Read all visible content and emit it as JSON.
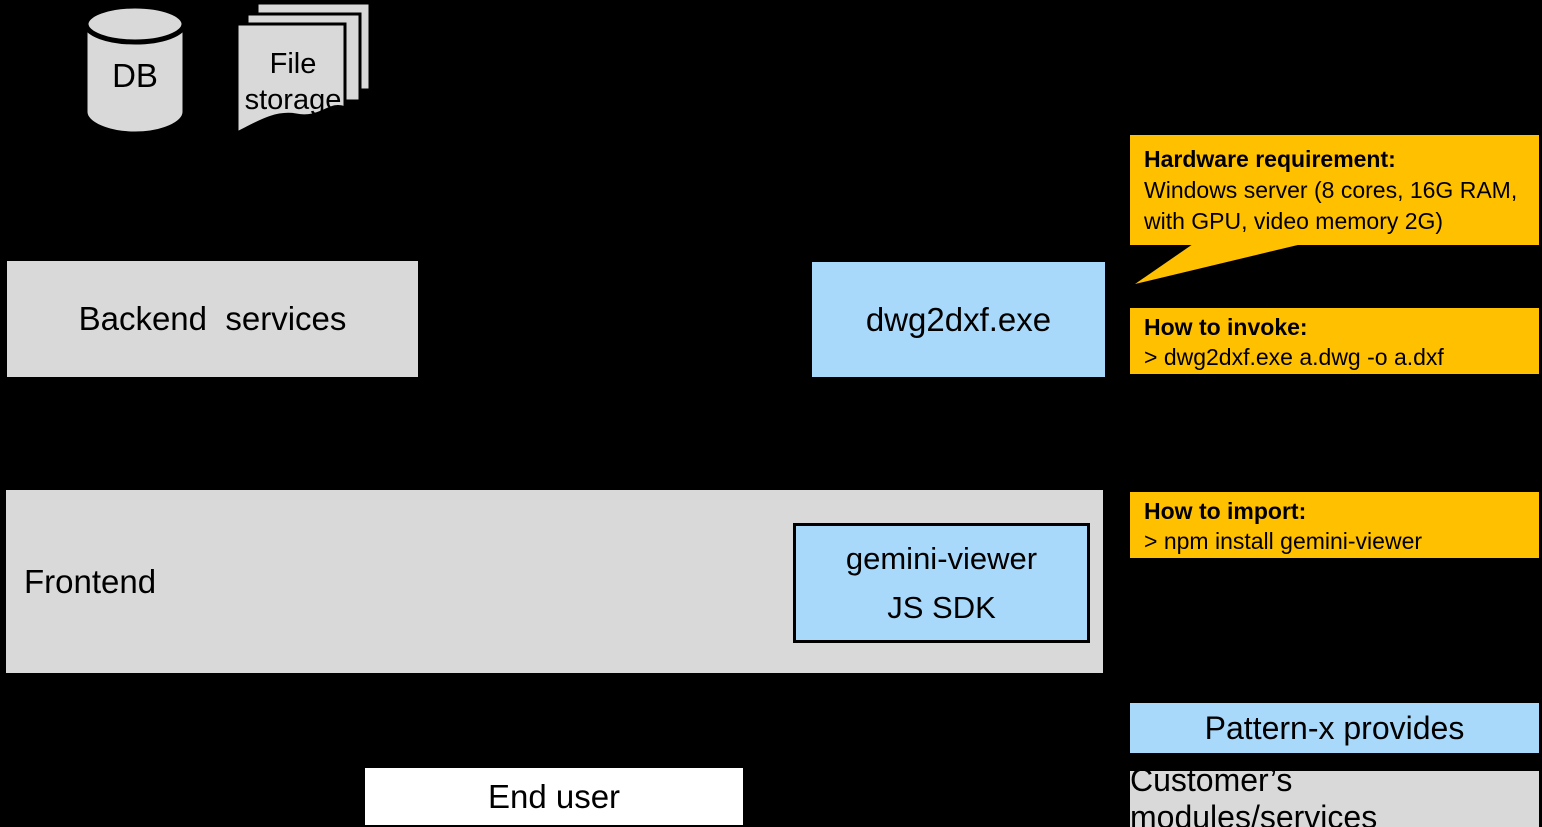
{
  "colors": {
    "background": "#000000",
    "gray": "#D9D9D9",
    "blue": "#A9D9FA",
    "orange": "#FFC000",
    "white": "#FFFFFF"
  },
  "icons": {
    "db": {
      "label": "DB"
    },
    "file_storage": {
      "line1": "File",
      "line2": "storage"
    }
  },
  "boxes": {
    "backend": {
      "label": "Backend  services"
    },
    "dwg2dxf": {
      "label": "dwg2dxf.exe"
    },
    "frontend": {
      "label": "Frontend"
    },
    "sdk": {
      "line1": "gemini-viewer",
      "line2": "JS SDK"
    },
    "end_user": {
      "label": "End user"
    }
  },
  "callouts": {
    "hardware": {
      "title": "Hardware requirement:",
      "line1": "Windows server (8 cores, 16G RAM,",
      "line2": "with GPU, video memory 2G)"
    },
    "invoke": {
      "title": "How to invoke:",
      "command": "> dwg2dxf.exe a.dwg -o a.dxf"
    },
    "import": {
      "title": "How to import:",
      "command": "> npm install gemini-viewer"
    }
  },
  "legend": {
    "provides": {
      "label": "Pattern-x provides"
    },
    "customer": {
      "label": "Customer’s modules/services"
    }
  }
}
